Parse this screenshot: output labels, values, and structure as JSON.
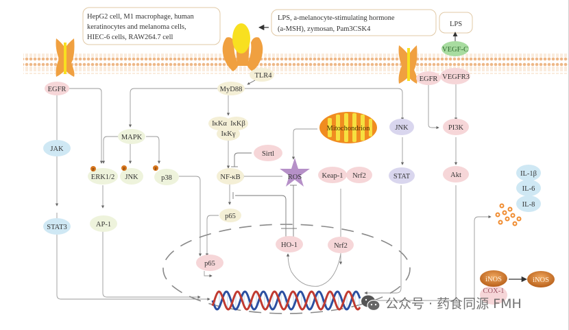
{
  "diagram": {
    "title": "Signaling pathways diagram",
    "stimuli": {
      "cells_box": [
        "HepG2 cell, M1 macrophage, human",
        "keratinocytes and melanoma cells,",
        "HIEC-6 cells, RAW264.7 cell"
      ],
      "ligands_box": [
        "LPS, a-melanocyte-stimulating hormone",
        "(a-MSH), zymosan, Pam3CSK4"
      ],
      "lps_box": "LPS"
    },
    "receptors": {
      "egfr_left": "EGFR",
      "tlr4": "TLR4",
      "myd88": "MyD88",
      "egfr_right": "EGFR",
      "vegfr3": "VEGFR3",
      "vegfc": "VEGF-C"
    },
    "nodes": {
      "jak": "JAK",
      "stat3": "STAT3",
      "mapk": "MAPK",
      "erk": "ERK1/2",
      "jnk_left": "JNK",
      "p38": "p38",
      "phospho": "P",
      "ap1": "AP-1",
      "ikka": "IκKα",
      "ikkb": "IκKβ",
      "ikkg": "IκKγ",
      "sirt1": "Sirtl",
      "nfkb": "NF-κB",
      "p65_cyto": "p65",
      "p65_nuc": "p65",
      "ros": "ROS",
      "mito": "Mitochondrion",
      "keap1": "Keap-1",
      "nrf2_cyto": "Nrf2",
      "nrf2_nuc": "Nrf2",
      "ho1": "HO-1",
      "jnk_right": "JNK",
      "stat": "STAT",
      "pi3k": "PI3K",
      "akt": "Akt",
      "il1b": "IL-1β",
      "il6": "IL-6",
      "il8": "IL-8",
      "inos1": "iNOS",
      "inos2": "iNOS",
      "cox1": "COX-1"
    },
    "colors": {
      "membrane": "#f3c9a0",
      "receptor_orange": "#f0a040",
      "receptor_yellow": "#f8e020",
      "pink": "#f6d6d8",
      "cream": "#f4efd6",
      "lightgreen": "#eef3dc",
      "blue": "#cfe8f4",
      "lavender": "#d9d6ee",
      "green": "#a8dca0",
      "ros_purple": "#b690c8",
      "inos_brown": "#c06a20",
      "dna_blue": "#2b4fa0",
      "dna_red": "#c03a30",
      "line": "#888888"
    }
  },
  "watermark": {
    "text": "公众号 · 药食同源 FMH"
  }
}
